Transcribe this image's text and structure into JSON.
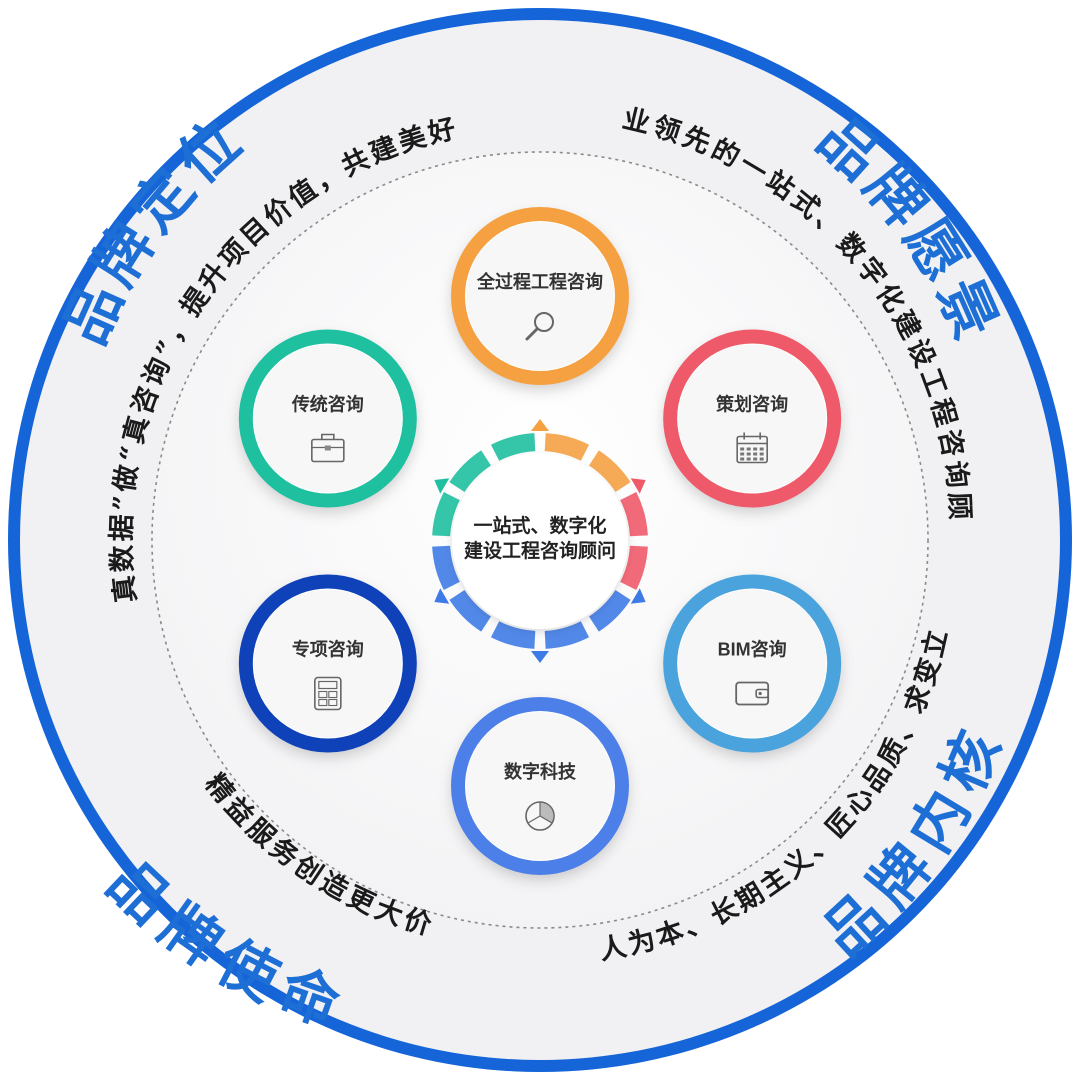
{
  "colors": {
    "outer_ring": "#1565d8",
    "brand_text": "#1d6fd6",
    "phrase_text": "#1a1a1a",
    "band_fill": "#f1f1f3",
    "orange": "#f5a142",
    "red": "#ef5a6a",
    "teal": "#1fc0a0",
    "navy": "#0f42b8",
    "skyblue": "#4aa3dc",
    "blue": "#4d7fe8",
    "center_arrow_orange": "#f5a142",
    "center_arrow_red": "#ef5a6a",
    "center_arrow_teal": "#1fc0a0",
    "center_arrow_blue": "#3f7be6"
  },
  "quadrants": {
    "top_left": {
      "title": "品牌定位",
      "phrase": "用“真数据”做“真咨询”，提升项目价值，共建美好城市"
    },
    "top_right": {
      "title": "品牌愿景",
      "phrase": "行业领先的一站式、数字化建设工程咨询顾问"
    },
    "bottom_left": {
      "title": "品牌使命",
      "phrase": "以精益服务创造更大价值"
    },
    "bottom_right": {
      "title": "品牌内核",
      "phrase": "以人为本、长期主义、匠心品质、求变立新"
    }
  },
  "center": {
    "line1": "一站式、数字化",
    "line2": "建设工程咨询顾问"
  },
  "services": [
    {
      "label": "全过程工程咨询",
      "icon": "magnifier-icon",
      "color": "orange"
    },
    {
      "label": "策划咨询",
      "icon": "calendar-icon",
      "color": "red"
    },
    {
      "label": "BIM咨询",
      "icon": "wallet-icon",
      "color": "skyblue"
    },
    {
      "label": "数字科技",
      "icon": "pie-chart-icon",
      "color": "blue"
    },
    {
      "label": "专项咨询",
      "icon": "calculator-icon",
      "color": "navy"
    },
    {
      "label": "传统咨询",
      "icon": "briefcase-icon",
      "color": "teal"
    }
  ]
}
